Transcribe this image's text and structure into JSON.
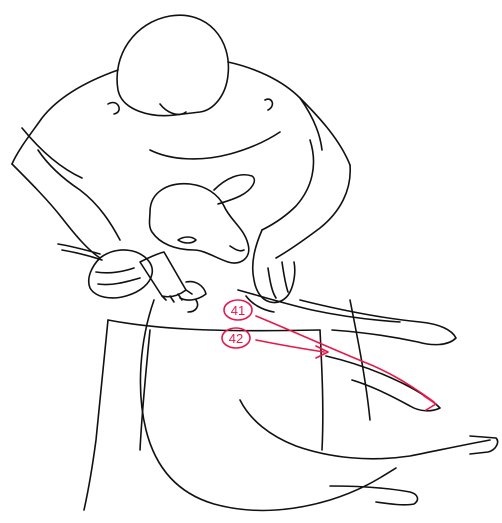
{
  "callouts": [
    {
      "id": "41",
      "label": "41"
    },
    {
      "id": "42",
      "label": "42"
    }
  ],
  "colors": {
    "line": "#111111",
    "accent": "#e8174b",
    "background": "#ffffff"
  }
}
